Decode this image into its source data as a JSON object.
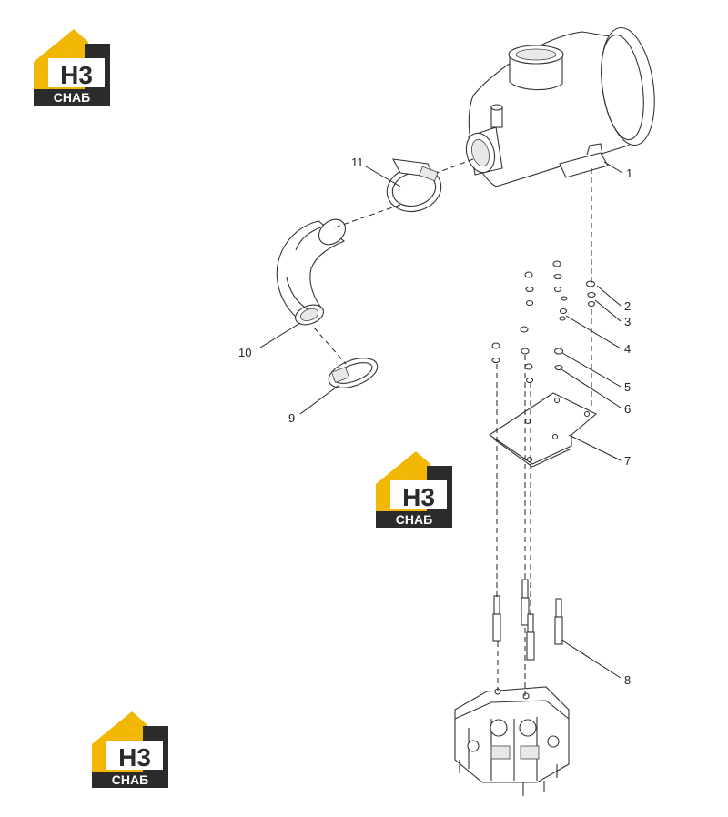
{
  "logo": {
    "top_text": "H3",
    "bottom_text": "СНАБ",
    "colors": {
      "yellow": "#f2b705",
      "dark": "#2b2b2b",
      "white": "#ffffff"
    }
  },
  "callouts": [
    {
      "id": "1",
      "label": "1"
    },
    {
      "id": "2",
      "label": "2"
    },
    {
      "id": "3",
      "label": "3"
    },
    {
      "id": "4",
      "label": "4"
    },
    {
      "id": "5",
      "label": "5"
    },
    {
      "id": "6",
      "label": "6"
    },
    {
      "id": "7",
      "label": "7"
    },
    {
      "id": "8",
      "label": "8"
    },
    {
      "id": "9",
      "label": "9"
    },
    {
      "id": "10",
      "label": "10"
    },
    {
      "id": "11",
      "label": "11"
    }
  ]
}
